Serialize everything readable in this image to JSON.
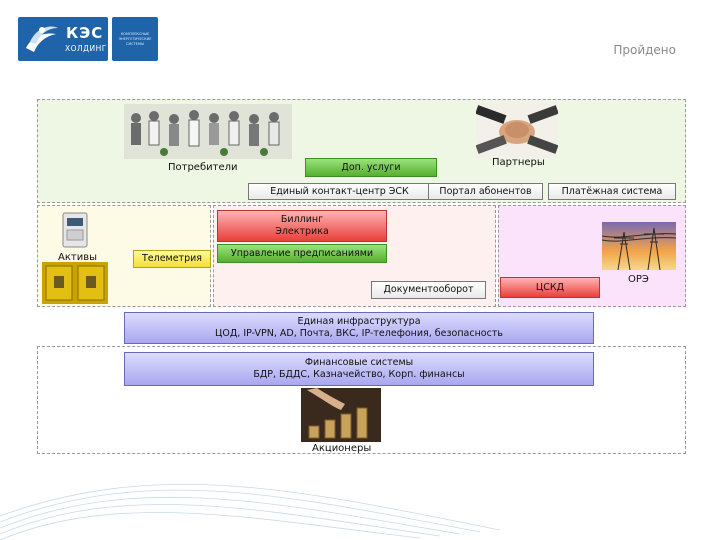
{
  "logo": {
    "title": "КЭС",
    "subtitle": "ХОЛДИНГ",
    "side_text": "КОМПЛЕКСНЫЕ\nЭНЕРГЕТИЧЕСКИЕ\nСИСТЕМЫ"
  },
  "status": "Пройдено",
  "diagram": {
    "consumers": "Потребители",
    "partners": "Партнеры",
    "extra_services": "Доп. услуги",
    "contact_center": "Единый контакт-центр ЭСК",
    "subscriber_portal": "Портал абонентов",
    "payment_system": "Платёжная система",
    "billing": [
      "Биллинг",
      "Электрика"
    ],
    "assets": "Активы",
    "telemetry": "Телеметрия",
    "prescriptions": "Управление предписаниями",
    "document_flow": "Документооборот",
    "cskd": "ЦСКД",
    "ore": "ОРЭ",
    "infrastructure": [
      "Единая инфраструктура",
      "ЦОД, IP-VPN, AD, Почта, ВКС, IP-телефония, безопасность"
    ],
    "finance": [
      "Финансовые системы",
      "БДР, БДДС, Казначейство, Корп. финансы"
    ],
    "shareholders": "Акционеры"
  }
}
